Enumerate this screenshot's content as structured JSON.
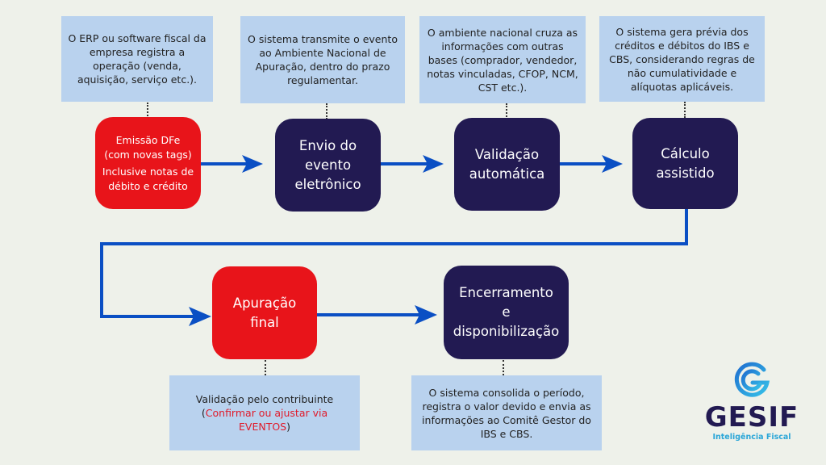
{
  "top_notes": [
    {
      "text": "O ERP ou software fiscal da empresa registra a operação (venda, aquisição, serviço etc.)."
    },
    {
      "text": "O sistema transmite o evento ao Ambiente Nacional de Apuração, dentro do prazo regulamentar."
    },
    {
      "text": "O ambiente nacional cruza as informações com outras bases (comprador, vendedor, notas vinculadas, CFOP, NCM, CST etc.)."
    },
    {
      "text": "O sistema gera prévia dos créditos e débitos do IBS e CBS, considerando regras de não cumulatividade e alíquotas aplicáveis."
    }
  ],
  "nodes": {
    "emissao": {
      "line1": "Emissão DFe",
      "line2": "(com novas tags)",
      "line3": "Inclusive notas de",
      "line4": "débito e crédito"
    },
    "envio": {
      "label": "Envio do evento eletrônico"
    },
    "validacao": {
      "label": "Validação automática"
    },
    "calculo": {
      "label": "Cálculo assistido"
    },
    "apuracao": {
      "label": "Apuração final"
    },
    "encerramento": {
      "line1": "Encerramento",
      "line2": "e",
      "line3": "disponibilização"
    }
  },
  "bottom_notes": {
    "apuracao": {
      "prefix": "Validação pelo contribuinte",
      "open": "(",
      "highlight": "Confirmar ou ajustar via EVENTOS",
      "close": ")"
    },
    "encerramento": {
      "text": "O sistema consolida o período, registra o valor devido e envia as informações ao Comitê Gestor do IBS e CBS."
    }
  },
  "logo": {
    "name": "GESIF",
    "tagline": "Inteligência Fiscal",
    "icon": "gesif-g-swirl-icon"
  },
  "colors": {
    "background": "#eef1ea",
    "note": "#b9d2ee",
    "red_node": "#e8141a",
    "dark_node": "#221a52",
    "arrow": "#0a4fc4",
    "highlight_text": "#e01a2a",
    "logo_accent": "#2aa6d8"
  }
}
